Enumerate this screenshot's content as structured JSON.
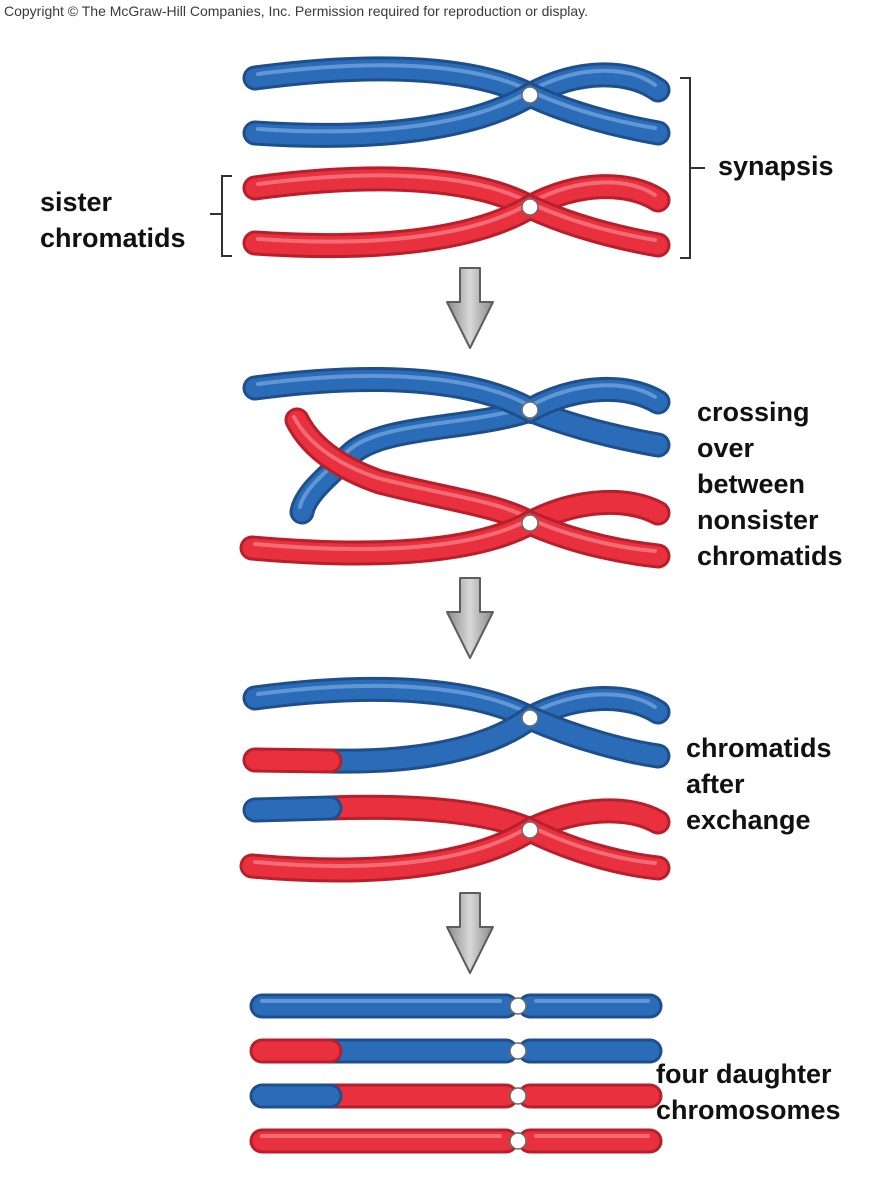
{
  "copyright": "Copyright © The McGraw-Hill Companies, Inc. Permission required for reproduction or display.",
  "colors": {
    "maternal": "#e8303e",
    "paternal": "#2b6cb8",
    "arrow": "#a5a5a5",
    "bracket": "#333333"
  },
  "labels": {
    "synapsis": "synapsis",
    "sister_chromatids": [
      "sister",
      "chromatids"
    ],
    "crossing_over": [
      "crossing",
      "over",
      "between",
      "nonsister",
      "chromatids"
    ],
    "after_exchange": [
      "chromatids",
      "after",
      "exchange"
    ],
    "four_daughter": [
      "four daughter",
      "chromosomes"
    ]
  }
}
